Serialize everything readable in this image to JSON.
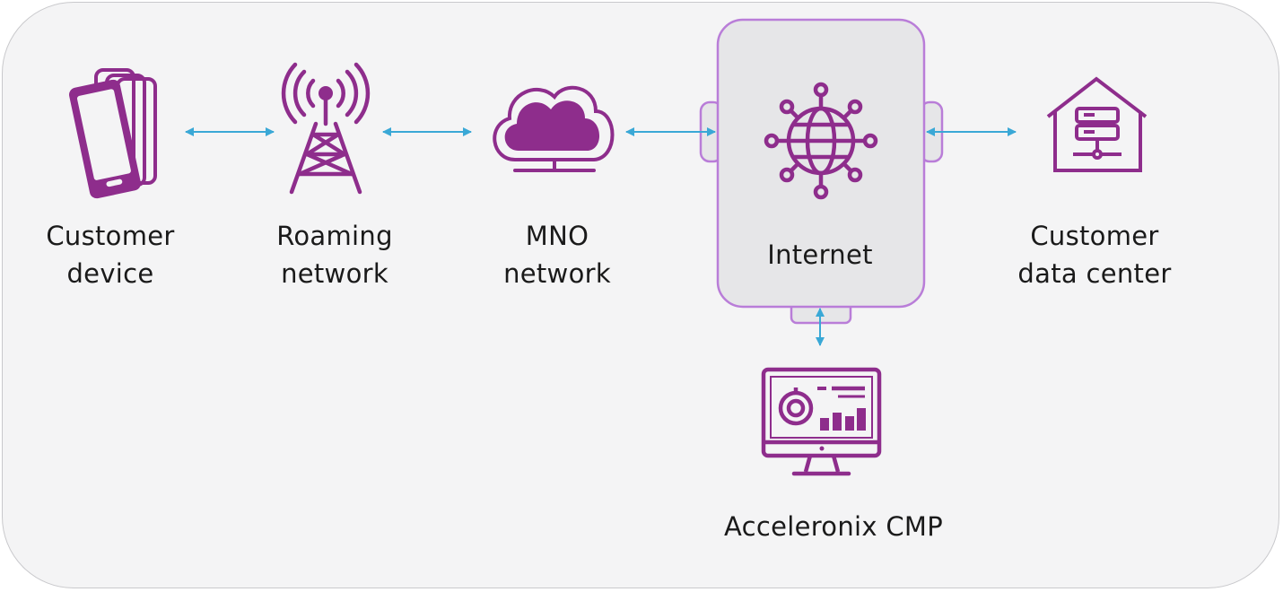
{
  "colors": {
    "icon": "#8e2d8c",
    "internet_border": "#b97dd8",
    "internet_fill": "#e6e6e8",
    "arrow": "#3aa8d6",
    "panel": "#f4f4f5",
    "text": "#1a1a1a"
  },
  "nodes": [
    {
      "id": "customer-device",
      "label": "Customer\ndevice",
      "icon": "phone-icon"
    },
    {
      "id": "roaming-network",
      "label": "Roaming\nnetwork",
      "icon": "cell-tower-icon"
    },
    {
      "id": "mno-network",
      "label": "MNO\nnetwork",
      "icon": "cloud-icon"
    },
    {
      "id": "internet",
      "label": "Internet",
      "icon": "globe-network-icon"
    },
    {
      "id": "customer-data-center",
      "label": "Customer\ndata center",
      "icon": "data-center-house-icon"
    },
    {
      "id": "acceleronix-cmp",
      "label": "Acceleronix CMP",
      "icon": "monitor-dashboard-icon"
    }
  ],
  "edges": [
    {
      "from": "customer-device",
      "to": "roaming-network",
      "direction": "bidirectional"
    },
    {
      "from": "roaming-network",
      "to": "mno-network",
      "direction": "bidirectional"
    },
    {
      "from": "mno-network",
      "to": "internet",
      "direction": "bidirectional"
    },
    {
      "from": "internet",
      "to": "customer-data-center",
      "direction": "bidirectional"
    },
    {
      "from": "internet",
      "to": "acceleronix-cmp",
      "direction": "bidirectional"
    }
  ]
}
